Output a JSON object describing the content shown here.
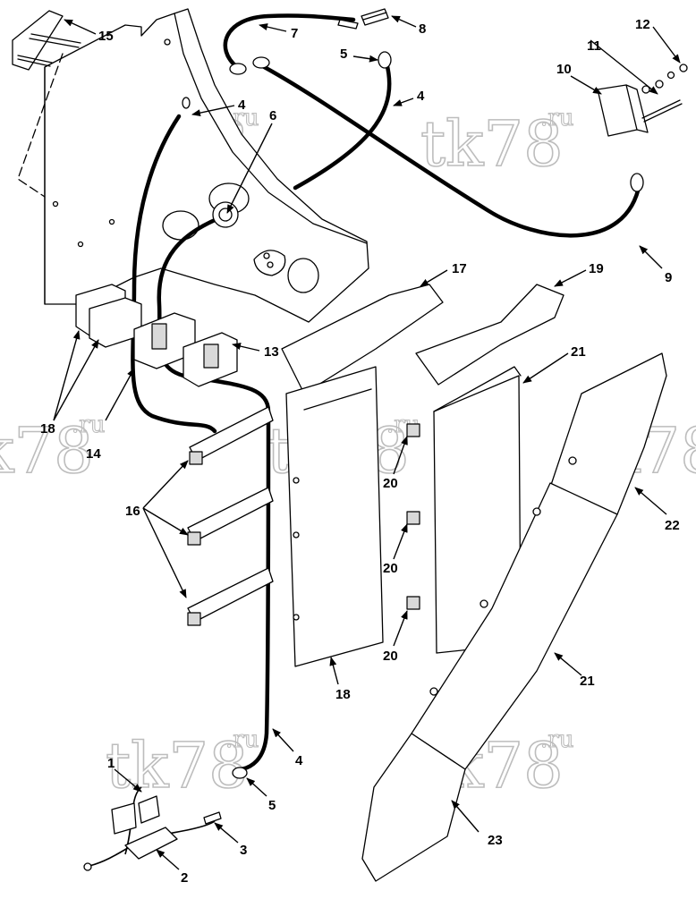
{
  "watermarks": [
    {
      "text": "tk78",
      "suffix": ".ru"
    },
    {
      "text": "tk78",
      "suffix": ".ru"
    },
    {
      "text": "tk78",
      "suffix": ".ru"
    },
    {
      "text": "tk78",
      "suffix": ".ru"
    },
    {
      "text": "tk78",
      "suffix": ".ru"
    },
    {
      "text": "tk78",
      "suffix": ".ru"
    },
    {
      "text": "tk78",
      "suffix": ".ru"
    }
  ],
  "callouts": [
    {
      "id": "c1",
      "label": "1"
    },
    {
      "id": "c2",
      "label": "2"
    },
    {
      "id": "c3",
      "label": "3"
    },
    {
      "id": "c4a",
      "label": "4"
    },
    {
      "id": "c4b",
      "label": "4"
    },
    {
      "id": "c4c",
      "label": "4"
    },
    {
      "id": "c5a",
      "label": "5"
    },
    {
      "id": "c5b",
      "label": "5"
    },
    {
      "id": "c6",
      "label": "6"
    },
    {
      "id": "c7",
      "label": "7"
    },
    {
      "id": "c8",
      "label": "8"
    },
    {
      "id": "c9",
      "label": "9"
    },
    {
      "id": "c10",
      "label": "10"
    },
    {
      "id": "c11",
      "label": "11"
    },
    {
      "id": "c12",
      "label": "12"
    },
    {
      "id": "c13",
      "label": "13"
    },
    {
      "id": "c14",
      "label": "14"
    },
    {
      "id": "c15",
      "label": "15"
    },
    {
      "id": "c16",
      "label": "16"
    },
    {
      "id": "c17",
      "label": "17"
    },
    {
      "id": "c18a",
      "label": "18"
    },
    {
      "id": "c18b",
      "label": "18"
    },
    {
      "id": "c19",
      "label": "19"
    },
    {
      "id": "c20a",
      "label": "20"
    },
    {
      "id": "c20b",
      "label": "20"
    },
    {
      "id": "c20c",
      "label": "20"
    },
    {
      "id": "c21a",
      "label": "21"
    },
    {
      "id": "c21b",
      "label": "21"
    },
    {
      "id": "c22",
      "label": "22"
    },
    {
      "id": "c23",
      "label": "23"
    }
  ]
}
